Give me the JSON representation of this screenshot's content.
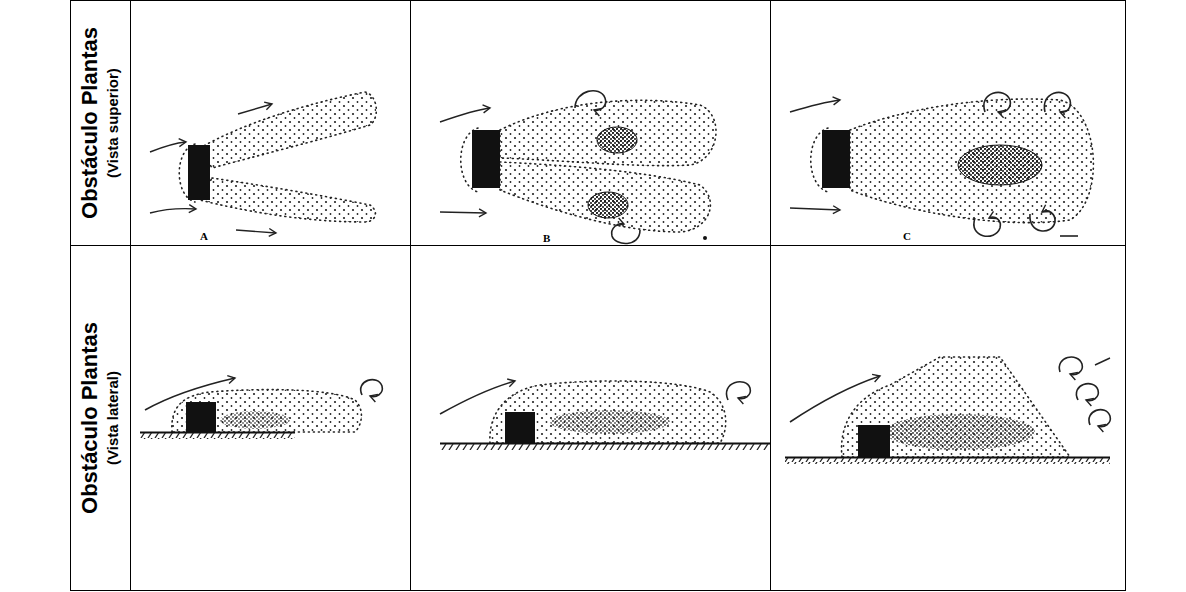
{
  "diagram": {
    "labels": [
      "Obstáculo Plantas",
      "(Vista superior)",
      "Obstáculo Plantas",
      "(Vista lateral)",
      "A",
      "B",
      "C"
    ]
  }
}
